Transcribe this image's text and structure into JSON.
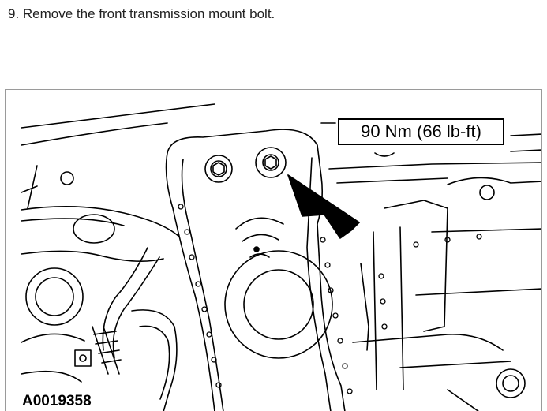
{
  "step": {
    "text": "9. Remove the front transmission mount bolt."
  },
  "figure": {
    "torque_callout": "90 Nm (66 lb-ft)",
    "figure_id": "A0019358"
  }
}
